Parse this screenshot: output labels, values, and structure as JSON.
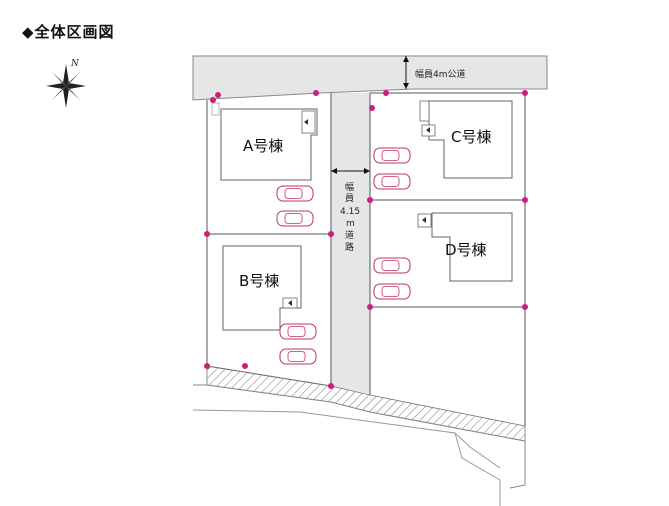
{
  "title": "◆全体区画図",
  "compass": {
    "north_label": "N"
  },
  "roads": {
    "top": "幅員4m公道",
    "middle_lines": [
      "幅",
      "員",
      "4.15",
      "m",
      "道",
      "路"
    ]
  },
  "buildings": [
    {
      "id": "A",
      "label": "A号棟"
    },
    {
      "id": "B",
      "label": "B号棟"
    },
    {
      "id": "C",
      "label": "C号棟"
    },
    {
      "id": "D",
      "label": "D号棟"
    }
  ],
  "colors": {
    "road": "#e6e6e6",
    "lot_line": "#555555",
    "boundary_marker": "#cc1f7a",
    "car_outline": "#c0306a",
    "hatch": "#777777"
  }
}
